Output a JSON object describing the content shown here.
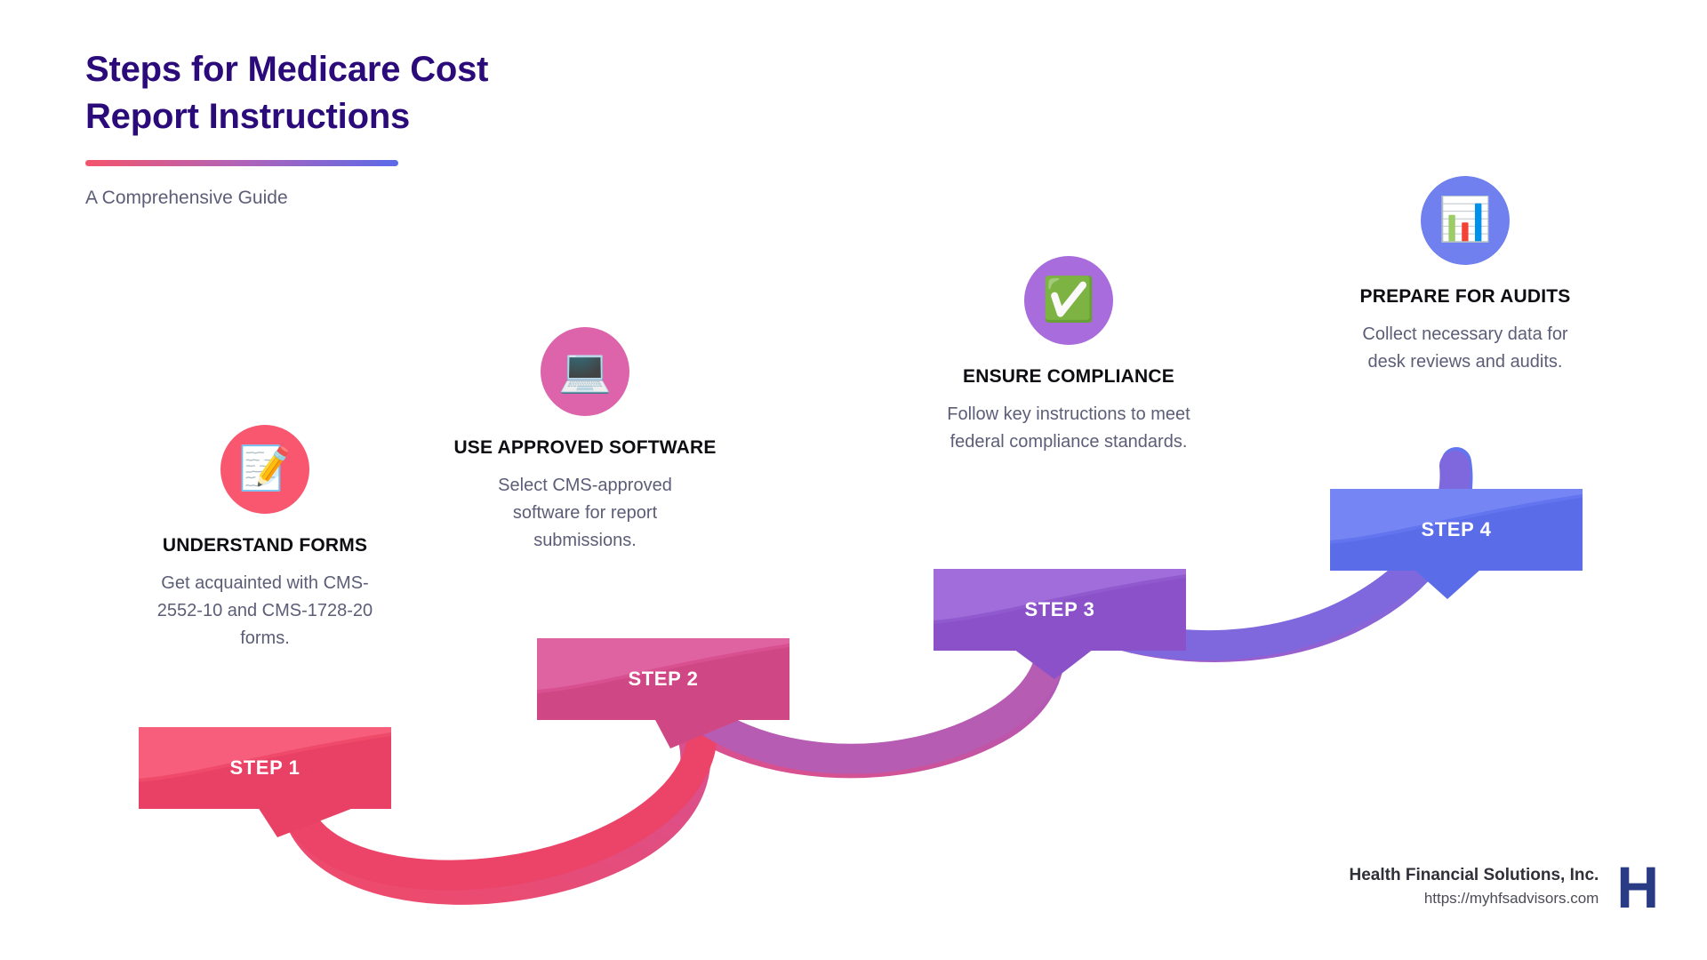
{
  "header": {
    "title": "Steps for Medicare Cost\nReport Instructions",
    "subtitle": "A Comprehensive Guide",
    "rule_gradient_from": "#f4546c",
    "rule_gradient_to": "#5b6ae8"
  },
  "steps": [
    {
      "banner_label": "STEP 1",
      "heading": "UNDERSTAND FORMS",
      "description": "Get acquainted with CMS-2552-10 and CMS-1728-20 forms.",
      "icon": "memo-pencil-icon",
      "icon_glyph": "📝",
      "circle_color": "#f9566f",
      "banner_color": "#ef4a6a"
    },
    {
      "banner_label": "STEP 2",
      "heading": "USE APPROVED SOFTWARE",
      "description": "Select CMS-approved software for report submissions.",
      "icon": "laptop-icon",
      "icon_glyph": "💻",
      "circle_color": "#dd64ab",
      "banner_color": "#d85596"
    },
    {
      "banner_label": "STEP 3",
      "heading": "ENSURE COMPLIANCE",
      "description": "Follow key instructions to meet federal compliance standards.",
      "icon": "check-mark-button-icon",
      "icon_glyph": "✅",
      "circle_color": "#a96cdd",
      "banner_color": "#9159ce"
    },
    {
      "banner_label": "STEP 4",
      "heading": "PREPARE FOR AUDITS",
      "description": "Collect necessary data for desk reviews and audits.",
      "icon": "bar-chart-icon",
      "icon_glyph": "📊",
      "circle_color": "#7081ef",
      "banner_color": "#6274ee"
    }
  ],
  "footer": {
    "company": "Health Financial Solutions, Inc.",
    "url": "https://myhfsadvisors.com",
    "logo_letter": "H",
    "logo_color": "#2a3b86"
  }
}
